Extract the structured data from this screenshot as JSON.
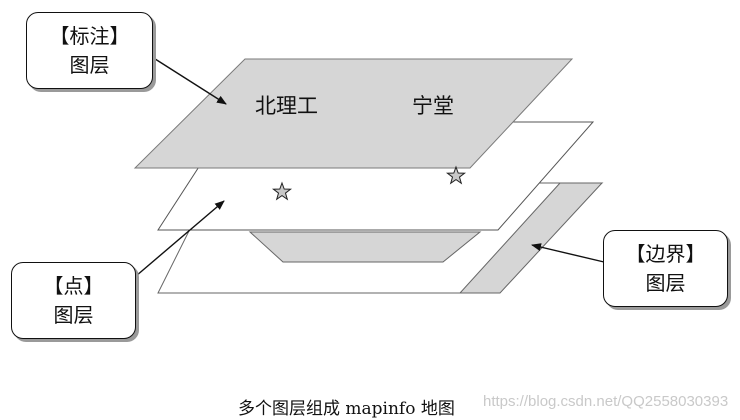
{
  "callouts": {
    "annotation_layer": {
      "line1": "【标注】",
      "line2": "图层"
    },
    "point_layer": {
      "line1": "【点】",
      "line2": "图层"
    },
    "boundary_layer": {
      "line1": "【边界】",
      "line2": "图层"
    }
  },
  "map_labels": {
    "place_1": "北理工",
    "place_2": "宁堂"
  },
  "caption": "多个图层组成 mapinfo 地图",
  "watermark": "https://blog.csdn.net/QQ2558030393",
  "colors": {
    "layer_fill_gray": "#d6d6d6",
    "layer_fill_white": "#ffffff",
    "stroke": "#555555",
    "arrow": "#111111",
    "watermark": "#c9c9c9"
  }
}
